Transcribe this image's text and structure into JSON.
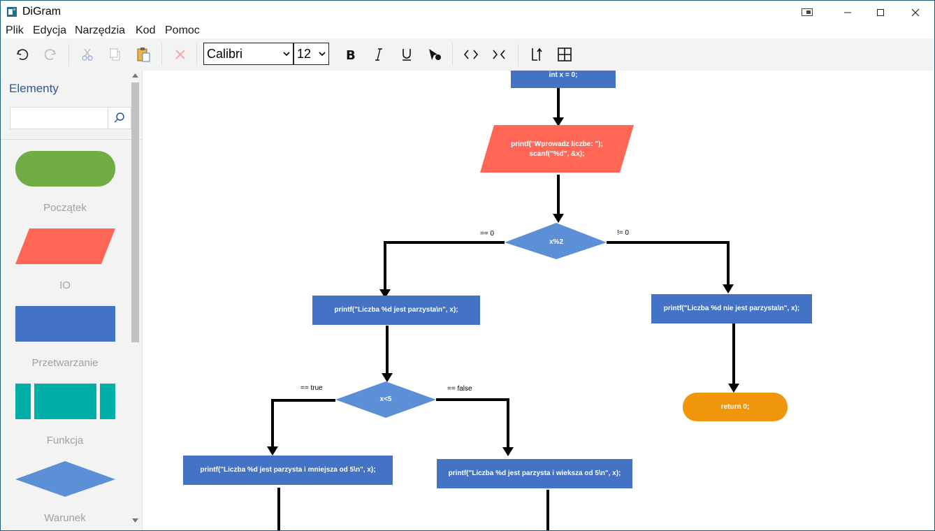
{
  "window": {
    "title": "DiGram"
  },
  "menu": [
    "Plik",
    "Edycja",
    "Narzędzia",
    "Kod",
    "Pomoc"
  ],
  "toolbar": {
    "font_family": "Calibri",
    "font_size": "12",
    "icons": [
      "undo-icon",
      "redo-icon",
      "cut-icon",
      "copy-icon",
      "paste-icon",
      "delete-icon",
      "bold-icon",
      "italic-icon",
      "underline-icon",
      "fill-icon",
      "expand-code-icon",
      "collapse-code-icon",
      "sort-icon",
      "grid-icon"
    ]
  },
  "sidebar": {
    "title": "Elementy",
    "search": {
      "value": "",
      "placeholder": ""
    },
    "shapes": [
      {
        "label": "Początek",
        "color": "#70ad47"
      },
      {
        "label": "IO",
        "color": "#ff6655"
      },
      {
        "label": "Przetwarzanie",
        "color": "#4472c4"
      },
      {
        "label": "Funkcja",
        "color": "#00b0a8"
      },
      {
        "label": "Warunek",
        "color": "#5b8fd6"
      }
    ]
  },
  "diagram": {
    "nodes": {
      "init": "int x = 0;",
      "io_line1": "printf(\"Wprowadz liczbe: \");",
      "io_line2": "scanf(\"%d\", &x);",
      "cond1": "x%2",
      "even": "printf(\"Liczba %d jest parzysta\\n\", x);",
      "odd": "printf(\"Liczba %d nie jest parzysta\\n\", x);",
      "cond2": "x<5",
      "even_small": "printf(\"Liczba %d jest parzysta i mniejsza od 5\\n\", x);",
      "even_big": "printf(\"Liczba %d jest parzysta i wieksza od 5\\n\", x);",
      "ret": "return 0;"
    },
    "edge_labels": {
      "eq0": "== 0",
      "ne0": "!= 0",
      "eq_true": "== true",
      "eq_false": "== false"
    },
    "colors": {
      "process": "#4472c4",
      "io": "#ff6655",
      "decision": "#5b8fd6",
      "end": "#f0960a"
    }
  }
}
